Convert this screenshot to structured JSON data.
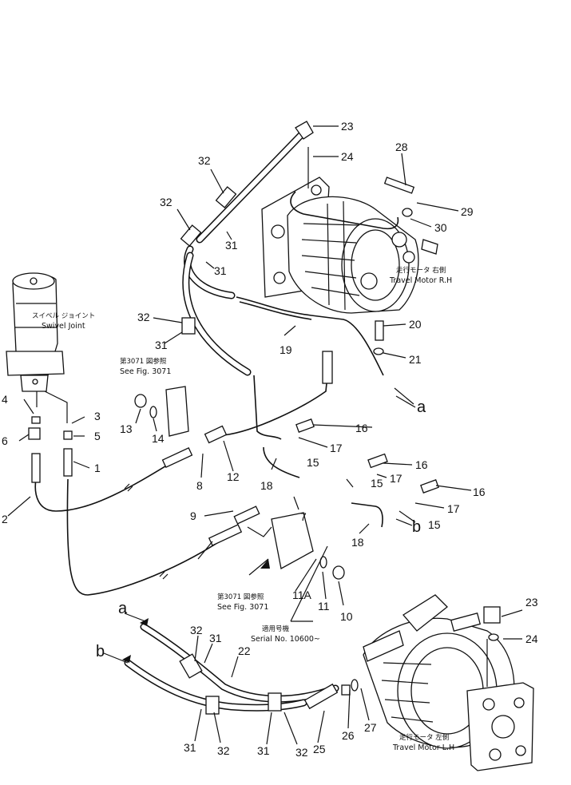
{
  "callouts": {
    "c1": "1",
    "c2": "2",
    "c3": "3",
    "c4": "4",
    "c5": "5",
    "c6": "6",
    "c7": "7",
    "c8": "8",
    "c9": "9",
    "c10": "10",
    "c11": "11",
    "c11a": "11A",
    "c12": "12",
    "c13": "13",
    "c14": "14",
    "c15": "15",
    "c16": "16",
    "c17": "17",
    "c18": "18",
    "c19": "19",
    "c20": "20",
    "c21": "21",
    "c22": "22",
    "c23": "23",
    "c24": "24",
    "c25": "25",
    "c26": "26",
    "c27": "27",
    "c28": "28",
    "c29": "29",
    "c30": "30",
    "c31": "31",
    "c32": "32"
  },
  "labels": {
    "swivel_jp": "スイベル ジョイント",
    "swivel_en": "Swivel Joint",
    "motor_rh_jp": "走行モータ 右側",
    "motor_rh_en": "Travel Motor R.H",
    "motor_lh_jp": "走行モータ 左側",
    "motor_lh_en": "Travel Motor L.H",
    "see_fig_jp": "第3071 図参照",
    "see_fig_en": "See Fig. 3071",
    "serial_jp": "適用号機",
    "serial_en": "Serial No. 10600~",
    "conn_a": "a",
    "conn_b": "b"
  }
}
